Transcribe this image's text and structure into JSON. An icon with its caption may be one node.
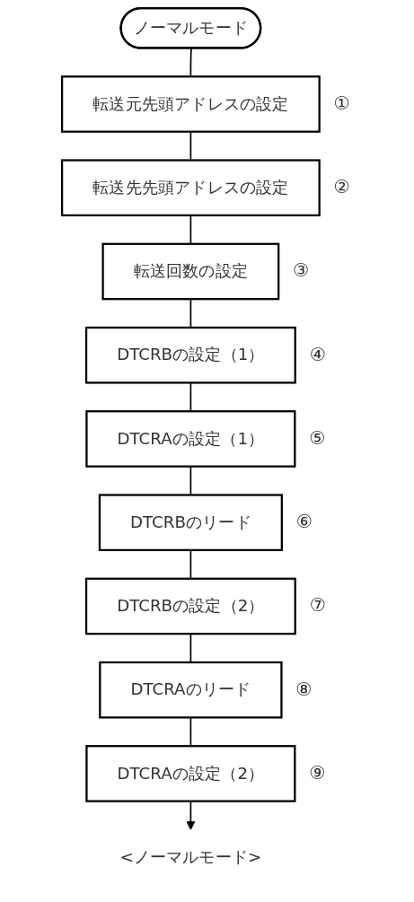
{
  "diagram": {
    "nodes": [
      {
        "text": [
          "ノーマルモード"
        ]
      },
      {
        "text": [
          "転送元先頭アドレスの設定"
        ],
        "beside": [
          "①"
        ]
      },
      {
        "text": [
          "転送先先頭アドレスの設定"
        ],
        "beside": [
          "②"
        ]
      },
      {
        "text": [
          "転送回数の設定"
        ],
        "beside": [
          "③"
        ]
      },
      {
        "text": [
          "DTCRBの設定（1）"
        ],
        "beside": [
          "④"
        ]
      },
      {
        "text": [
          "DTCRAの設定（1）"
        ],
        "beside": [
          "⑤"
        ]
      },
      {
        "text": [
          "DTCRBのリード"
        ],
        "beside": [
          "⑥"
        ]
      },
      {
        "text": [
          "DTCRBの設定（2）"
        ],
        "beside": [
          "⑦"
        ]
      },
      {
        "text": [
          "DTCRAのリード"
        ],
        "beside": [
          "⑧"
        ]
      },
      {
        "text": [
          "DTCRAの設定（2）"
        ],
        "beside": [
          "⑨"
        ]
      },
      {
        "text": [
          "<ノーマルモード>"
        ]
      }
    ],
    "edges": [
      {
        "from": 0,
        "to": 1,
        "arrow": "none"
      },
      {
        "from": 1,
        "to": 2,
        "arrow": "none"
      },
      {
        "from": 2,
        "to": 3,
        "arrow": "none"
      },
      {
        "from": 3,
        "to": 4,
        "arrow": "none"
      },
      {
        "from": 4,
        "to": 5,
        "arrow": "none"
      },
      {
        "from": 5,
        "to": 6,
        "arrow": "none"
      },
      {
        "from": 6,
        "to": 7,
        "arrow": "none"
      },
      {
        "from": 7,
        "to": 8,
        "arrow": "none"
      },
      {
        "from": 8,
        "to": 9,
        "arrow": "none"
      },
      {
        "from": 9,
        "to": 10,
        "arrow": "to"
      }
    ]
  }
}
